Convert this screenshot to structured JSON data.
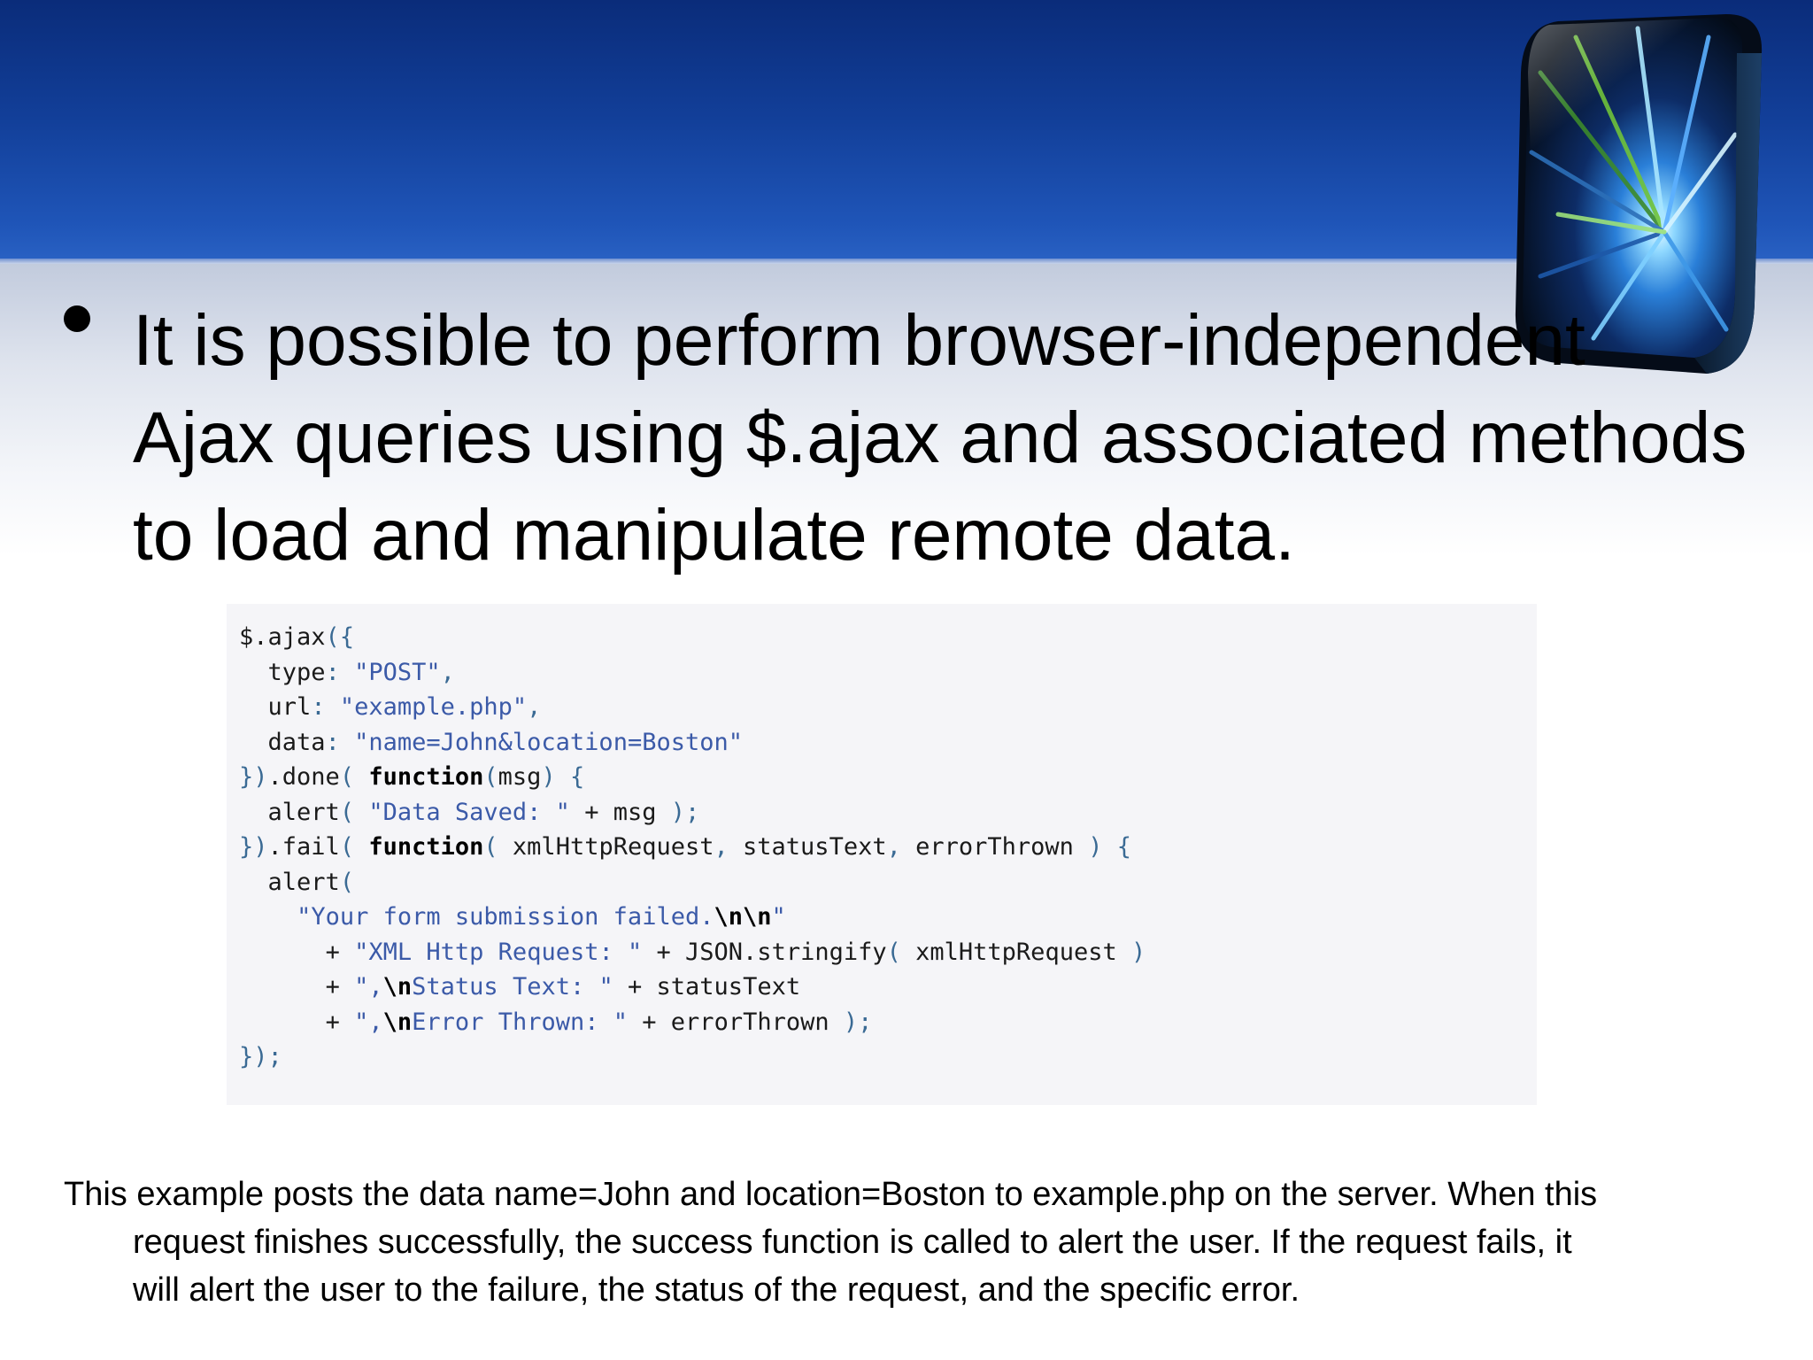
{
  "slide": {
    "bullet_lines": [
      "It is possible to perform browser-independent",
      "Ajax queries using $.ajax and associated methods",
      "to load and manipulate remote data."
    ],
    "code_lines": [
      "$.ajax({",
      "  type: \"POST\",",
      "  url: \"example.php\",",
      "  data: \"name=John&location=Boston\"",
      "}).done( function(msg) {",
      "  alert( \"Data Saved: \" + msg );",
      "}).fail( function( xmlHttpRequest, statusText, errorThrown ) {",
      "  alert(",
      "    \"Your form submission failed.\\n\\n\"",
      "      + \"XML Http Request: \" + JSON.stringify( xmlHttpRequest )",
      "      + \",\\nStatus Text: \" + statusText",
      "      + \",\\nError Thrown: \" + errorThrown );",
      "});"
    ],
    "caption_lines": [
      "This example posts the data name=John and location=Boston to example.php on the server. When this",
      "request finishes successfully, the success function is called to alert the user. If the request fails, it",
      "will alert the user to the failure, the status of the request, and the specific error."
    ],
    "colors": {
      "header": "#123f99",
      "code_background": "#f5f5f8",
      "string": "#3b5aa8",
      "keyword": "#000000"
    },
    "icons": {
      "logo": "light-burst-cube-logo"
    }
  }
}
